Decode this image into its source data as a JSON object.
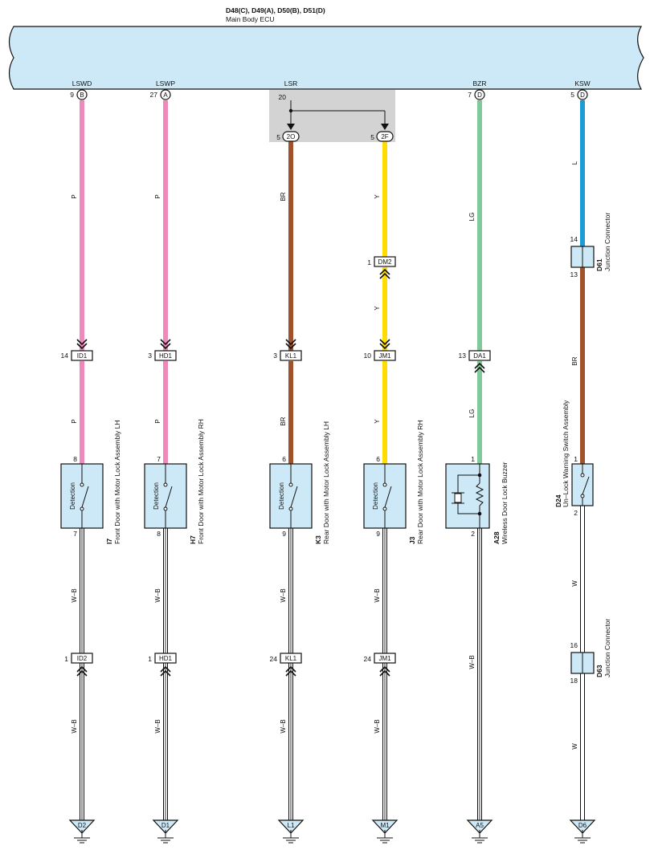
{
  "header": {
    "codes": "D48(C), D49(A), D50(B), D51(D)",
    "name": "Main Body ECU"
  },
  "ecu_pins": [
    {
      "signal": "LSWD",
      "pin": "9",
      "letter": "B"
    },
    {
      "signal": "LSWP",
      "pin": "27",
      "letter": "A"
    },
    {
      "signal": "LSR",
      "pin": "20",
      "letter": ""
    },
    {
      "signal": "BZR",
      "pin": "7",
      "letter": "D"
    },
    {
      "signal": "KSW",
      "pin": "5",
      "letter": "D"
    }
  ],
  "splice": [
    {
      "pin": "5",
      "code": "2O"
    },
    {
      "pin": "5",
      "code": "2F"
    }
  ],
  "wires": {
    "pink": "P",
    "brown": "BR",
    "yellow": "Y",
    "green": "LG",
    "blue": "L",
    "wb": "W–B",
    "white": "W"
  },
  "colors": {
    "ecu_fill": "#cde9f7",
    "component_fill": "#cde9f7",
    "pink": "#ef88bb",
    "brown": "#a0522d",
    "yellow": "#ffdd00",
    "green": "#82c99a",
    "blue": "#1e9ad6",
    "splice_fill": "#d3d3d3"
  },
  "connectors": {
    "id1": {
      "pin": "14",
      "code": "ID1"
    },
    "hd1": {
      "pin": "3",
      "code": "HD1"
    },
    "kl1": {
      "pin": "3",
      "code": "KL1"
    },
    "jm1": {
      "pin": "10",
      "code": "JM1"
    },
    "dm2": {
      "pin": "1",
      "code": "DM2"
    },
    "da1": {
      "pin": "13",
      "code": "DA1"
    },
    "id2": {
      "pin": "1",
      "code": "ID2"
    },
    "hd1b": {
      "pin": "1",
      "code": "HD1"
    },
    "kl1b": {
      "pin": "24",
      "code": "KL1"
    },
    "jm1b": {
      "pin": "24",
      "code": "JM1"
    }
  },
  "components": [
    {
      "code": "I7",
      "name": "Front Door with Motor Lock Assembly LH",
      "label": "Detection",
      "pin_top": "8",
      "pin_bottom": "7"
    },
    {
      "code": "H7",
      "name": "Front Door with Motor Lock Assembly RH",
      "label": "Detection",
      "pin_top": "7",
      "pin_bottom": "8"
    },
    {
      "code": "K3",
      "name": "Rear Door with Motor Lock Assembly LH",
      "label": "Detection",
      "pin_top": "6",
      "pin_bottom": "9"
    },
    {
      "code": "J3",
      "name": "Rear Door with Motor Lock Assembly RH",
      "label": "Detection",
      "pin_top": "6",
      "pin_bottom": "9"
    },
    {
      "code": "A28",
      "name": "Wireless Door Lock Buzzer",
      "pin_top": "1",
      "pin_bottom": "2"
    },
    {
      "code": "D24",
      "name": "Un–Lock Warning Switch Assembly",
      "pin_top": "1",
      "pin_bottom": "2"
    }
  ],
  "junctions": [
    {
      "code": "D61",
      "name": "Junction Connector",
      "pin_top": "14",
      "pin_bottom": "13"
    },
    {
      "code": "D63",
      "name": "Junction Connector",
      "pin_top": "16",
      "pin_bottom": "18"
    }
  ],
  "grounds": [
    "D2",
    "D1",
    "L1",
    "M1",
    "A5",
    "D6"
  ]
}
